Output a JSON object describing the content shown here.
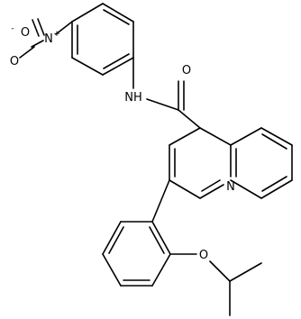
{
  "molecule": {
    "atom_labels": {
      "nitro_o_minus": "O",
      "nitro_charge_minus": "-",
      "nitro_n": "N",
      "nitro_charge_plus": "+",
      "nitro_o": "O",
      "amide_nh": "NH",
      "carbonyl_o": "O",
      "quinoline_n": "N",
      "ether_o": "O"
    }
  }
}
